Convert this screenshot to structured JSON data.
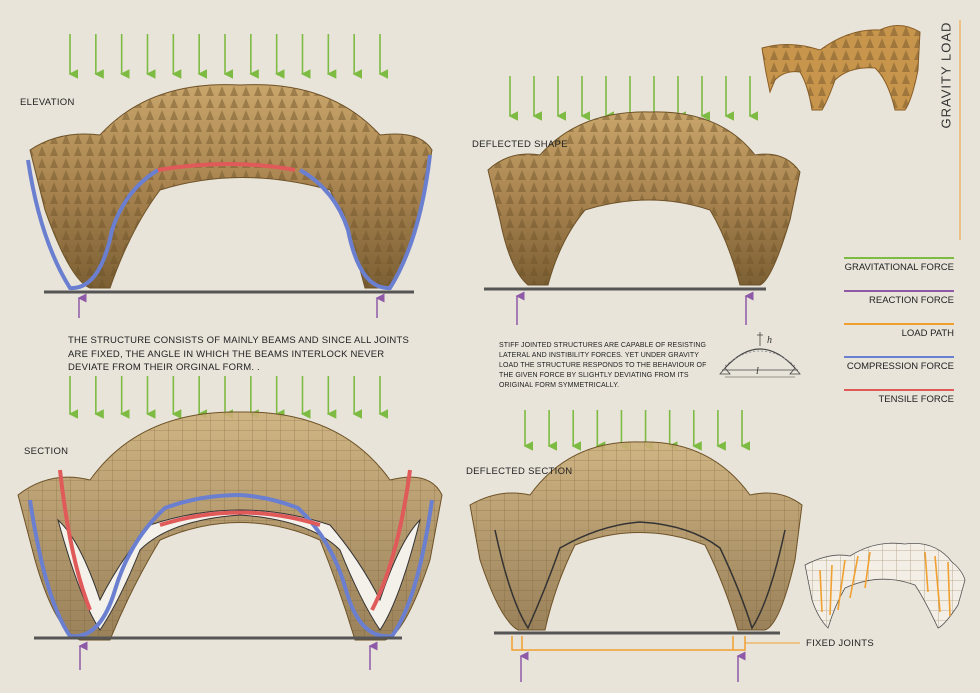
{
  "title": "GRAVITY LOAD",
  "labels": {
    "elevation": "ELEVATION",
    "deflected_shape": "DEFLECTED SHAPE",
    "section": "SECTION",
    "deflected_section": "DEFLECTED SECTION",
    "fixed_joints": "FIXED JOINTS"
  },
  "text_blocks": {
    "structure_note": "THE STRUCTURE CONSISTS OF MAINLY BEAMS AND SINCE ALL JOINTS ARE FIXED, THE ANGLE IN WHICH THE BEAMS INTERLOCK NEVER DEVIATE FROM THEIR ORGINAL FORM. .",
    "stiff_note": "STIFF JOINTED STRUCTURES ARE CAPABLE OF RESISTING LATERAL AND INSTIBILITY FORCES. YET UNDER GRAVITY LOAD THE STRUCTURE RESPONDS TO THE BEHAVIOUR OF THE GIVEN FORCE BY SLIGHTLY DEVIATING FROM ITS ORIGINAL FORM SYMMETRICALLY."
  },
  "deflection_diagram": {
    "h_label": "h",
    "l_label": "l"
  },
  "legend": [
    {
      "label": "GRAVITATIONAL FORCE",
      "color": "#7dbb42"
    },
    {
      "label": "REACTION FORCE",
      "color": "#8e5aa8"
    },
    {
      "label": "LOAD PATH",
      "color": "#f0a030"
    },
    {
      "label": "COMPRESSION FORCE",
      "color": "#6a7fd0"
    },
    {
      "label": "TENSILE FORCE",
      "color": "#e05a5a"
    }
  ],
  "colors": {
    "gravity": "#7dbb42",
    "reaction": "#8e5aa8",
    "load_path": "#f0a030",
    "compression": "#6a7fd0",
    "tensile": "#e05a5a",
    "wood": "#c29a5c",
    "wood_dark": "#8a6a38",
    "ground": "#555555"
  }
}
